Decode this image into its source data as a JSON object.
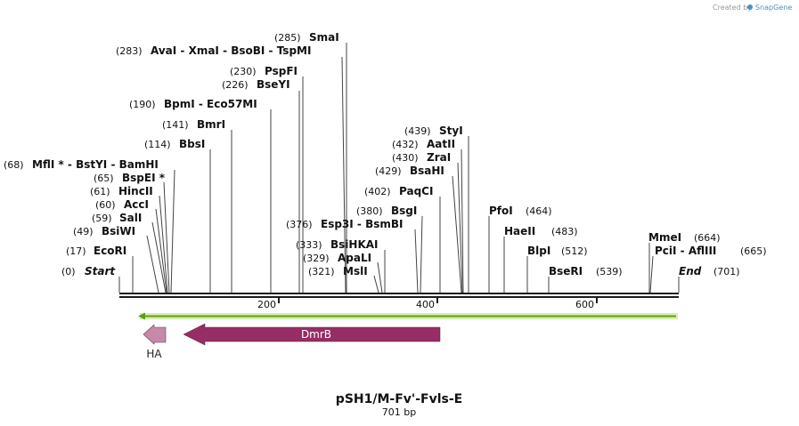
{
  "credit": {
    "prefix": "Created by",
    "brand": "SnapGene"
  },
  "title": "pSH1/M-Fv'-Fvls-E",
  "subtitle": "701 bp",
  "sequence_length": 701,
  "ticks": [
    "200",
    "400",
    "600"
  ],
  "labels": [
    {
      "id": "start",
      "pos": "(0)",
      "name": "Start",
      "terminal": true
    },
    {
      "id": "ecori",
      "pos": "(17)",
      "name": "EcoRI"
    },
    {
      "id": "bsiwi",
      "pos": "(49)",
      "name": "BsiWI"
    },
    {
      "id": "sali",
      "pos": "(59)",
      "name": "SalI"
    },
    {
      "id": "acci",
      "pos": "(60)",
      "name": "AccI"
    },
    {
      "id": "hincii",
      "pos": "(61)",
      "name": "HincII"
    },
    {
      "id": "bspei",
      "pos": "(65)",
      "name": "BspEI *"
    },
    {
      "id": "mfli",
      "pos": "(68)",
      "name": "MflI * - BstYI  - BamHI"
    },
    {
      "id": "bbsi",
      "pos": "(114)",
      "name": "BbsI"
    },
    {
      "id": "bmri",
      "pos": "(141)",
      "name": "BmrI"
    },
    {
      "id": "bpmi",
      "pos": "(190)",
      "name": "BpmI  - Eco57MI"
    },
    {
      "id": "bseyi",
      "pos": "(226)",
      "name": "BseYI"
    },
    {
      "id": "pspfi",
      "pos": "(230)",
      "name": "PspFI"
    },
    {
      "id": "avai",
      "pos": "(283)",
      "name": "AvaI  - XmaI  - BsoBI  - TspMI"
    },
    {
      "id": "smai",
      "pos": "(285)",
      "name": "SmaI"
    },
    {
      "id": "msli",
      "pos": "(321)",
      "name": "MslI"
    },
    {
      "id": "apali",
      "pos": "(329)",
      "name": "ApaLI"
    },
    {
      "id": "bsihkai",
      "pos": "(333)",
      "name": "BsiHKAI"
    },
    {
      "id": "esp3i",
      "pos": "(376)",
      "name": "Esp3I  - BsmBI"
    },
    {
      "id": "bsgi",
      "pos": "(380)",
      "name": "BsgI"
    },
    {
      "id": "paqci",
      "pos": "(402)",
      "name": "PaqCI"
    },
    {
      "id": "bsahi",
      "pos": "(429)",
      "name": "BsaHI"
    },
    {
      "id": "zrai",
      "pos": "(430)",
      "name": "ZraI"
    },
    {
      "id": "aatii",
      "pos": "(432)",
      "name": "AatII"
    },
    {
      "id": "styi",
      "pos": "(439)",
      "name": "StyI"
    },
    {
      "id": "pfoi",
      "pos": "(464)",
      "name": "PfoI"
    },
    {
      "id": "haeii",
      "pos": "(483)",
      "name": "HaeII"
    },
    {
      "id": "blpi",
      "pos": "(512)",
      "name": "BlpI"
    },
    {
      "id": "bseri",
      "pos": "(539)",
      "name": "BseRI"
    },
    {
      "id": "mmei",
      "pos": "(664)",
      "name": "MmeI"
    },
    {
      "id": "pcii",
      "pos": "(665)",
      "name": "PciI  - AflIII"
    },
    {
      "id": "end",
      "pos": "(701)",
      "name": "End",
      "terminal": true
    }
  ],
  "features": [
    {
      "name": "DmrB",
      "start": 80,
      "end": 401,
      "direction": "reverse",
      "color": "#962d64"
    },
    {
      "name": "HA",
      "start": 30,
      "end": 57,
      "direction": "reverse",
      "color": "#c48aa8"
    }
  ],
  "orf": {
    "start": 20,
    "end": 700,
    "direction": "reverse",
    "color": "#5a9e1e",
    "highlight": "#d8f0a8"
  },
  "colors": {
    "backbone": "#1a1a1a",
    "lines": "#444444"
  }
}
